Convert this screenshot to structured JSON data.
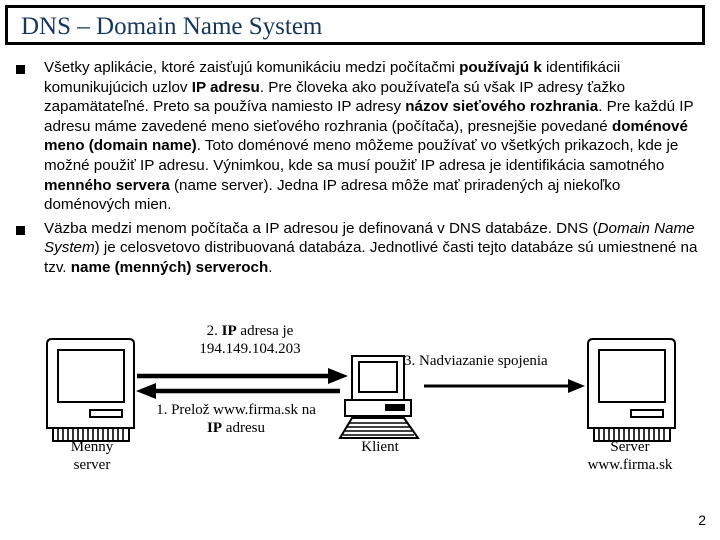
{
  "slide": {
    "title": "DNS – Domain Name System",
    "title_color": "#17365D",
    "page_number": "2",
    "background": "#ffffff"
  },
  "bullets": [
    {
      "marker": "square-bullet",
      "html": "Všetky aplikácie, ktoré zaisťujú komunikáciu medzi počítačmi <b>používajú k</b> identifikácii komunikujúcich uzlov <b>IP adresu</b>. Pre človeka ako používateľa sú však IP adresy ťažko zapamätateľné. Preto sa používa namiesto IP adresy <b>názov sieťového rozhrania</b>. Pre každú IP adresu máme zavedené meno sieťového rozhrania (počítača), presnejšie povedané <b>doménové meno (domain name)</b>. Toto doménové meno môžeme používať vo všetkých prikazoch, kde je možné použiť IP adresu. Výnimkou, kde sa musí použiť IP adresa je identifikácia samotného <b>menného servera</b> (name server). Jedna IP adresa môže mať priradených aj niekoľko doménových mien."
    },
    {
      "marker": "square-bullet",
      "html": "Väzba medzi menom počítača a IP adresou je definovaná v DNS databáze. DNS (<i>Domain Name System</i>) je celosvetovo distribuovaná databáza. Jednotlivé časti tejto databáze sú umiestnené na tzv. <b>name (menných) serveroch</b>."
    }
  ],
  "diagram": {
    "nodes": [
      {
        "id": "name-server",
        "icon": "classic-macintosh-computer-icon",
        "label_line1": "Menný",
        "label_line2": "server"
      },
      {
        "id": "client",
        "icon": "desktop-pc-with-keyboard-icon",
        "label_line1": "Klient",
        "label_line2": ""
      },
      {
        "id": "web-server",
        "icon": "classic-macintosh-computer-icon",
        "label_line1": "Server",
        "label_line2": "www.firma.sk"
      }
    ],
    "arrows": [
      {
        "id": "arrow-query-to-nameserver",
        "direction": "left",
        "step": "1"
      },
      {
        "id": "arrow-reply-to-client",
        "direction": "right",
        "step": "2"
      },
      {
        "id": "arrow-connect-to-server",
        "direction": "right",
        "step": "3"
      }
    ],
    "labels": {
      "step2_line1_prefix": "2. ",
      "step2_line1_bold": "IP",
      "step2_line1_suffix": " adresa je",
      "step2_line2": "194.149.104.203",
      "step1_line1": "1. Prelož www.firma.sk na",
      "step1_line2_bold": "IP",
      "step1_line2_suffix": " adresu",
      "step3": "3. Nadviazanie spojenia"
    }
  }
}
